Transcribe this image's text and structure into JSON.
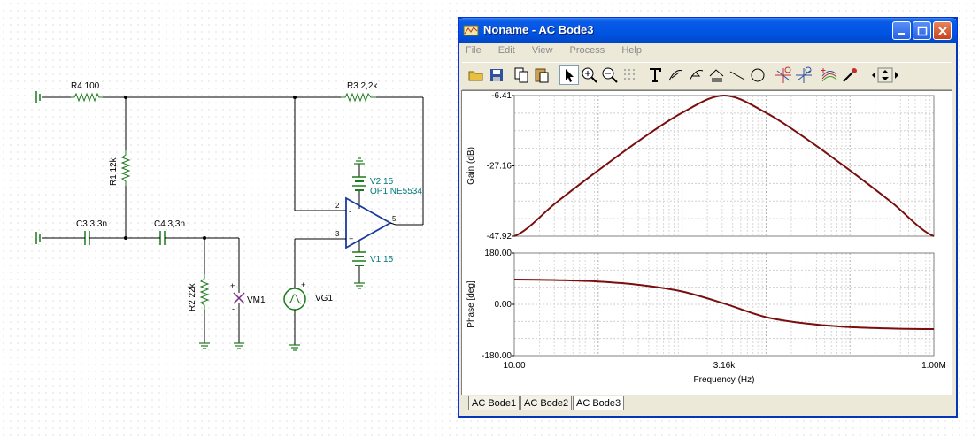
{
  "schematic": {
    "components": {
      "r4": "R4 100",
      "r3": "R3 2,2k",
      "r1": "R1 12k",
      "r2": "R2 22k",
      "c3": "C3 3,3n",
      "c4": "C4 3,3n",
      "v2": "V2 15",
      "v1": "V1 15",
      "op1": "OP1 NE5534",
      "vm1": "VM1",
      "vg1": "VG1"
    },
    "pins": {
      "inv": "2",
      "noninv": "3",
      "out": "5"
    }
  },
  "window": {
    "title": "Noname - AC Bode3",
    "menu": [
      "File",
      "Edit",
      "View",
      "Process",
      "Help"
    ],
    "tabs": [
      "AC Bode1",
      "AC Bode2",
      "AC Bode3"
    ],
    "active_tab": "AC Bode3"
  },
  "chart_data": [
    {
      "type": "line",
      "ylabel": "Gain (dB)",
      "ylim": [
        -47.92,
        -6.41
      ],
      "yticks": [
        "-6.41",
        "-27.16",
        "-47.92"
      ],
      "xscale": "log",
      "xlim": [
        10,
        1000000
      ],
      "x": [
        10,
        31.6,
        100,
        316,
        1000,
        3160,
        10000,
        31600,
        100000,
        316000,
        1000000
      ],
      "series": [
        {
          "color": "#7a0d0d",
          "values": [
            -47.92,
            -38.0,
            -28.5,
            -19.5,
            -11.5,
            -6.41,
            -11.5,
            -19.5,
            -28.5,
            -38.0,
            -47.92
          ]
        }
      ],
      "grid": true
    },
    {
      "type": "line",
      "xlabel": "Frequency (Hz)",
      "ylabel": "Phase [deg]",
      "ylim": [
        -180,
        180
      ],
      "yticks": [
        "180.00",
        "0.00",
        "-180.00"
      ],
      "xticks": [
        "10.00",
        "3.16k",
        "1.00M"
      ],
      "xscale": "log",
      "xlim": [
        10,
        1000000
      ],
      "x": [
        10,
        31.6,
        100,
        316,
        1000,
        3160,
        10000,
        31600,
        100000,
        316000,
        1000000
      ],
      "series": [
        {
          "color": "#7a0d0d",
          "values": [
            87,
            85,
            80,
            68,
            45,
            3,
            -45,
            -68,
            -80,
            -85,
            -87
          ]
        }
      ],
      "grid": true
    }
  ]
}
